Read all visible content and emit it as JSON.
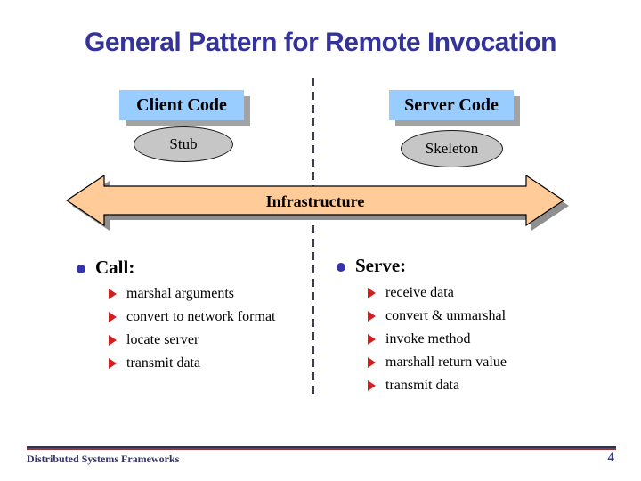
{
  "slide": {
    "title": "General Pattern for Remote Invocation"
  },
  "diagram": {
    "client_box_label": "Client Code",
    "server_box_label": "Server Code",
    "stub_label": "Stub",
    "skeleton_label": "Skeleton",
    "arrow_label": "Infrastructure"
  },
  "lists": {
    "call": {
      "heading": "Call:",
      "items": [
        "marshal arguments",
        "convert to network format",
        "locate server",
        "transmit data"
      ]
    },
    "serve": {
      "heading": "Serve:",
      "items": [
        "receive data",
        "convert & unmarshal",
        "invoke method",
        "marshall return value",
        "transmit data"
      ]
    }
  },
  "footer": {
    "left_text": "Distributed Systems Frameworks",
    "page_number": "4"
  },
  "colors": {
    "title_blue": "#333399",
    "box_blue": "#99CCFF",
    "ellipse_gray": "#C6C6C6",
    "arrow_peach": "#FFCC99",
    "shadow_gray": "#A3A3A3",
    "bullet_blue": "#3333AA",
    "sub_bullet_red": "#CC2222",
    "divider_navy": "#3C3C50",
    "rule_navy": "#30305A",
    "rule_red": "#943636",
    "footer_navy": "#333366"
  }
}
